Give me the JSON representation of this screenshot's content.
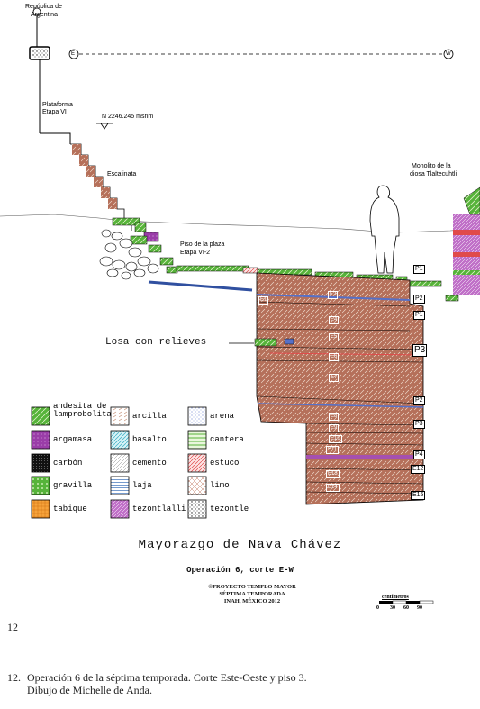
{
  "top_labels": {
    "republica": "República de",
    "argentina": "Argentina",
    "compass_e": "E",
    "compass_w": "W",
    "plataforma": "Plataforma",
    "etapa": "Etapa VI",
    "elevation": "N 2246.245 msnm",
    "escalinata": "Escalinata",
    "piso_plaza": "Piso de la plaza",
    "piso_etapa": "Etapa VI-2",
    "monolito": "Monolito de la",
    "monolito2": "diosa Tlaltecuhtli"
  },
  "annotation": "Losa con relieves",
  "layers": [
    "E1",
    "E2",
    "E3",
    "E4",
    "E5",
    "E6",
    "E7",
    "E8",
    "E9",
    "E10",
    "E11",
    "E12",
    "E13",
    "E14",
    "E15",
    "E16"
  ],
  "floors": [
    "P1",
    "P2",
    "P1",
    "P3",
    "P2",
    "P3",
    "P4"
  ],
  "legend": [
    {
      "label": "andesita de lamprobolita",
      "pattern": "andesita"
    },
    {
      "label": "arcilla",
      "pattern": "arcilla"
    },
    {
      "label": "arena",
      "pattern": "arena"
    },
    {
      "label": "argamasa",
      "pattern": "argamasa"
    },
    {
      "label": "basalto",
      "pattern": "basalto"
    },
    {
      "label": "cantera",
      "pattern": "cantera"
    },
    {
      "label": "carbón",
      "pattern": "carbon"
    },
    {
      "label": "cemento",
      "pattern": "cemento"
    },
    {
      "label": "estuco",
      "pattern": "estuco"
    },
    {
      "label": "gravilla",
      "pattern": "gravilla"
    },
    {
      "label": "laja",
      "pattern": "laja"
    },
    {
      "label": "limo",
      "pattern": "limo"
    },
    {
      "label": "tabique",
      "pattern": "tabique"
    },
    {
      "label": "tezontlalli",
      "pattern": "tezontlalli"
    },
    {
      "label": "tezontle",
      "pattern": "tezontle"
    }
  ],
  "title": "Mayorazgo de Nava Chávez",
  "subtitle": "Operación 6, corte E-W",
  "credits": [
    "©PROYECTO TEMPLO MAYOR",
    "SÉPTIMA TEMPORADA",
    "INAH, MÉXICO 2012"
  ],
  "scale": {
    "title": "centímetros",
    "ticks": [
      "0",
      "30",
      "60",
      "90"
    ]
  },
  "page_number": "12",
  "caption": {
    "number": "12.",
    "line1": "Operación 6 de la séptima temporada. Corte Este-Oeste y piso 3.",
    "line2": "Dibujo de Michelle de Anda."
  },
  "colors": {
    "soil": "#b5705a",
    "soil_dark": "#8e4e3e",
    "green": "#56b33a",
    "purple": "#a550b0",
    "blue": "#5570c8",
    "red": "#e04a4a"
  }
}
